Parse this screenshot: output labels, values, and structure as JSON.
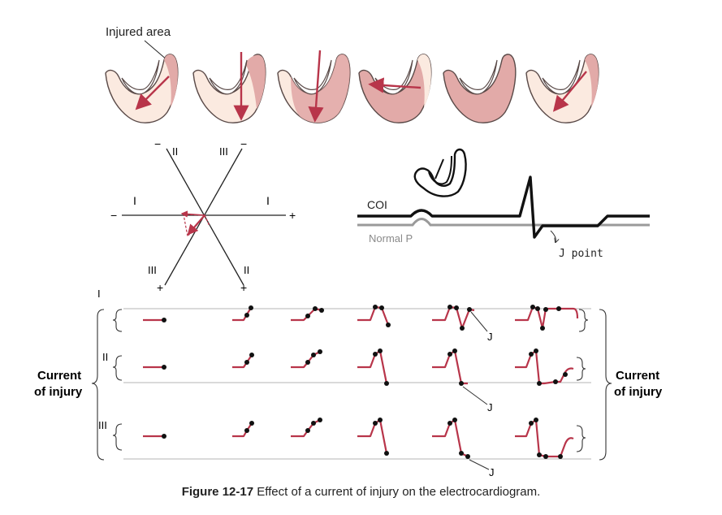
{
  "labels": {
    "injured_area": "Injured area",
    "axis_minus": "−",
    "axis_plus": "+",
    "lead_I": "I",
    "lead_II": "II",
    "lead_III": "III",
    "coi": "COI",
    "normal_p": "Normal P",
    "j_point": "J point",
    "j": "J",
    "current_of_injury_line1": "Current",
    "current_of_injury_line2": "of injury"
  },
  "caption": {
    "figure_number": "Figure 12-17",
    "text": "Effect of a current of injury on the electrocardiogram."
  },
  "colors": {
    "arrow_red": "#b8354a",
    "tissue_light": "#fbeae0",
    "tissue_injured": "#e2aaa8",
    "outline": "#5a4a48",
    "trace_red": "#b8354a",
    "baseline_gray": "#9a9a9a"
  },
  "icons": [
    "heart-ventricle-icon",
    "vector-arrow-icon",
    "bracket-icon"
  ]
}
